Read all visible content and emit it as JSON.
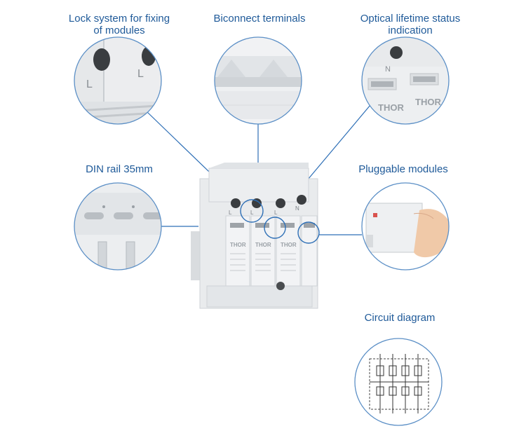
{
  "labels": {
    "lock": [
      "Lock system for fixing",
      "of modules"
    ],
    "biconnect": [
      "Biconnect terminals"
    ],
    "optical": [
      "Optical lifetime status",
      "indication"
    ],
    "din": [
      "DIN rail 35mm"
    ],
    "pluggable": [
      "Pluggable modules"
    ],
    "circuit": [
      "Circuit diagram"
    ]
  },
  "device": {
    "brand": "THOR",
    "terminals": [
      "L",
      "L",
      "L",
      "N"
    ],
    "detail_lock_terminals": [
      "L",
      "L"
    ],
    "detail_optical_terminal": "N",
    "detail_optical_brand": "THOR"
  },
  "colors": {
    "accent": "#1f5a99",
    "line": "#2e6fb6",
    "circle": "#5b8fc6",
    "device": "#e9ebed",
    "device_shade": "#d2d6da"
  }
}
